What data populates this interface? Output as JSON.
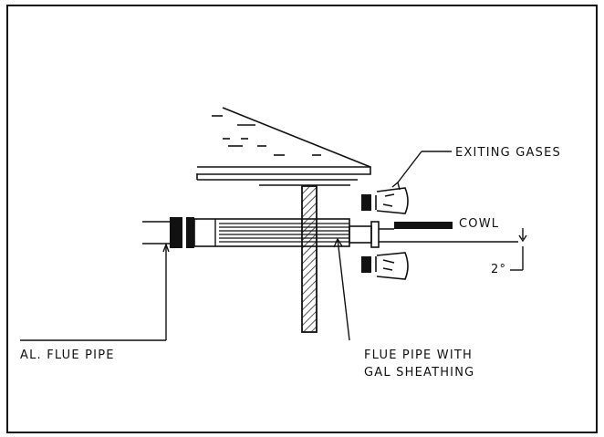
{
  "labels": {
    "exiting_gases": "EXITING GASES",
    "cowl": "COWL",
    "angle": "2°",
    "al_flue_pipe": "AL. FLUE PIPE",
    "flue_pipe_with_line1": "FLUE PIPE WITH",
    "flue_pipe_with_line2": "GAL SHEATHING"
  },
  "colors": {
    "ink": "#111111",
    "wall_hatch": "#555555",
    "background": "#ffffff"
  }
}
